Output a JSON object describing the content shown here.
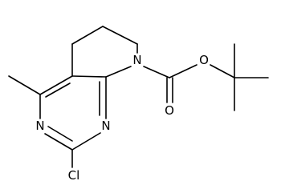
{
  "molecule": {
    "atoms": {
      "n_ring_top": "N",
      "n_ring_left": "N",
      "n_ring_right": "N",
      "chlorine": "Cl",
      "ester_o_single": "O",
      "ester_o_double": "O"
    }
  },
  "colors": {
    "bond": "#000000",
    "label": "#000000",
    "background": "#ffffff"
  }
}
